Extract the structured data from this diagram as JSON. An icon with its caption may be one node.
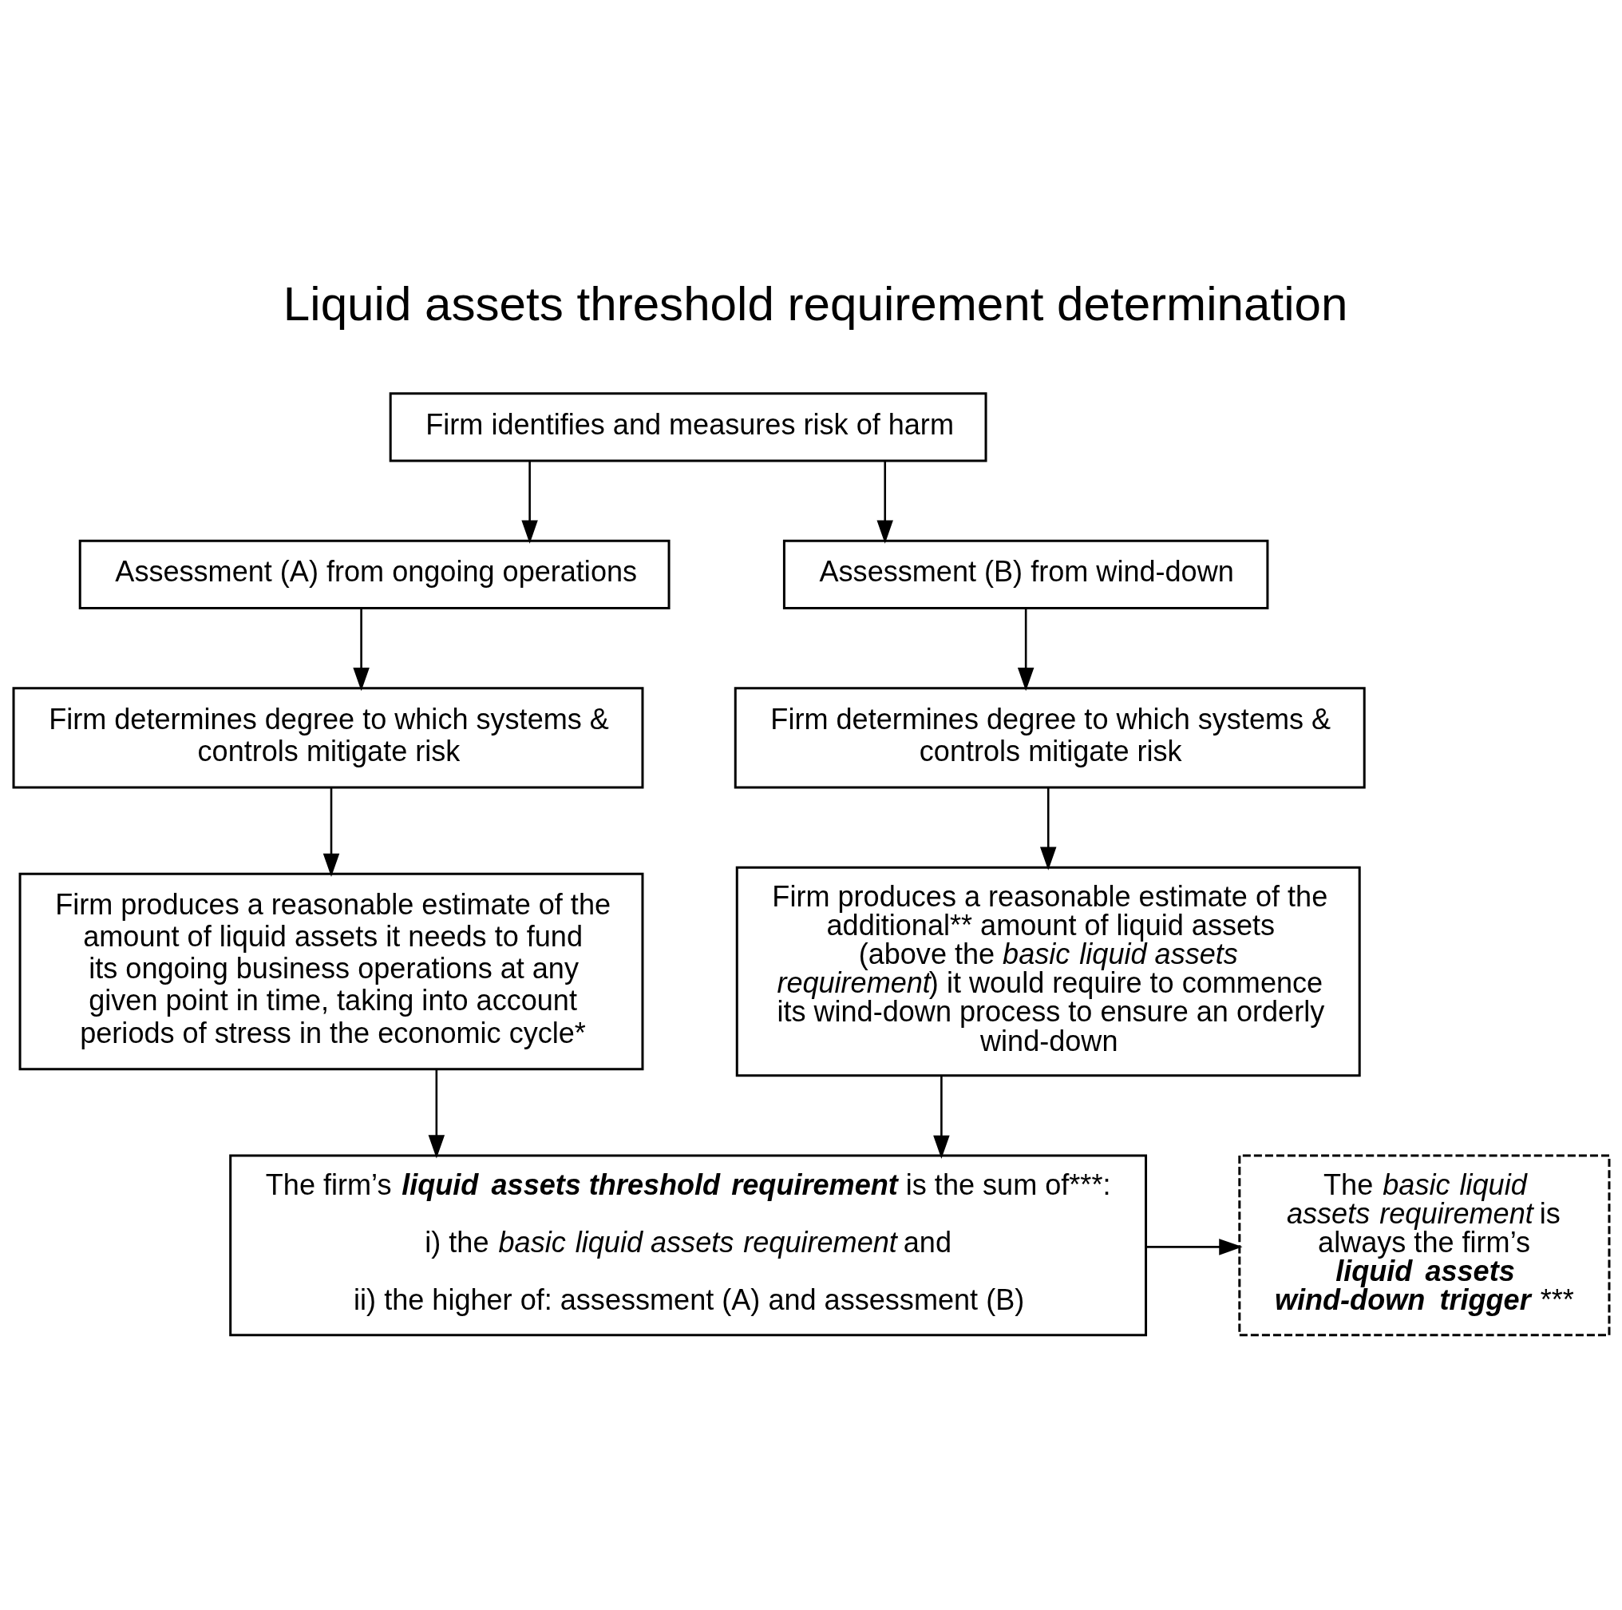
{
  "diagram": {
    "title": "Liquid assets threshold requirement determination",
    "nodes": [
      {
        "text": [
          "Firm identifies and measures risk of harm"
        ]
      },
      {
        "text": [
          "Assessment (A) from ongoing operations"
        ]
      },
      {
        "text": [
          "Assessment (B) from wind-down"
        ]
      },
      {
        "text": [
          "Firm determines degree to which systems & controls mitigate risk"
        ]
      },
      {
        "text": [
          "Firm determines degree to which systems & controls mitigate risk"
        ]
      },
      {
        "text": [
          "Firm produces a reasonable estimate of the amount of liquid assets it needs to fund its ongoing business operations at any given point in time, taking into account periods of stress in the economic cycle*"
        ]
      },
      {
        "text": [
          "Firm produces a reasonable estimate of the additional** amount of liquid assets (above the *basic liquid assets requirement*) it would require to commence its wind-down process to ensure an orderly wind-down"
        ]
      },
      {
        "text": [
          "The firm’s **liquid assets threshold requirement** is the sum of***:",
          "i) the *basic liquid assets requirement* and",
          "ii) the higher of: assessment (A) and assessment (B)"
        ]
      },
      {
        "text": [
          "The *basic liquid assets requirement* is always the firm’s **liquid assets wind-down trigger** ***"
        ]
      }
    ],
    "edges": [
      {
        "from": 0,
        "to": 1,
        "arrow": "to"
      },
      {
        "from": 0,
        "to": 2,
        "arrow": "to"
      },
      {
        "from": 1,
        "to": 3,
        "arrow": "to"
      },
      {
        "from": 2,
        "to": 4,
        "arrow": "to"
      },
      {
        "from": 3,
        "to": 5,
        "arrow": "to"
      },
      {
        "from": 4,
        "to": 6,
        "arrow": "to"
      },
      {
        "from": 5,
        "to": 7,
        "arrow": "to"
      },
      {
        "from": 6,
        "to": 7,
        "arrow": "to"
      },
      {
        "from": 7,
        "to": 8,
        "arrow": "to"
      }
    ]
  }
}
